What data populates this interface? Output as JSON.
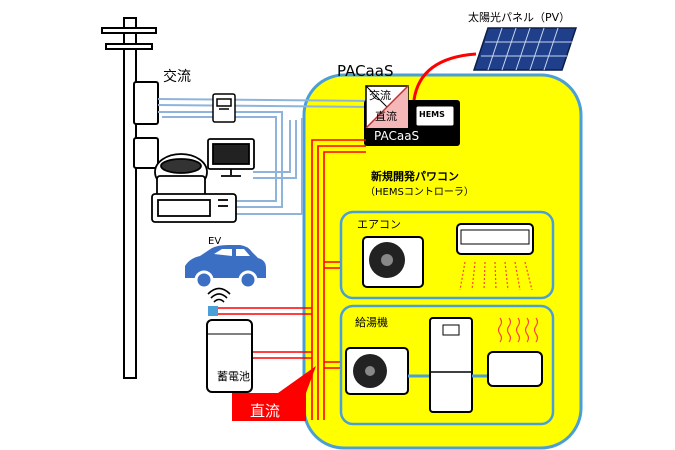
{
  "labels": {
    "pv_panel": "太陽光パネル（PV）",
    "pacaas_area": "PACaaS",
    "ac_grid": "交流",
    "conv_ac": "交流",
    "conv_dc": "直流",
    "hems": "HEMS",
    "pacaas_device": "PACaaS",
    "power_conditioner": "新規開発パワコン",
    "hems_controller": "（HEMSコントローラ）",
    "air_conditioner": "エアコン",
    "ev": "EV",
    "water_heater": "給湯機",
    "battery": "蓄電池",
    "dc_callout": "直流"
  },
  "colors": {
    "pacaas_fill": "#ffff00",
    "pacaas_border": "#4a9fd6",
    "dc_line": "#ff0000",
    "ac_line": "#8fb4dc",
    "ev_car": "#3a6fc4",
    "callout": "#ff0000",
    "pv_panel": "#1f3f8a"
  }
}
